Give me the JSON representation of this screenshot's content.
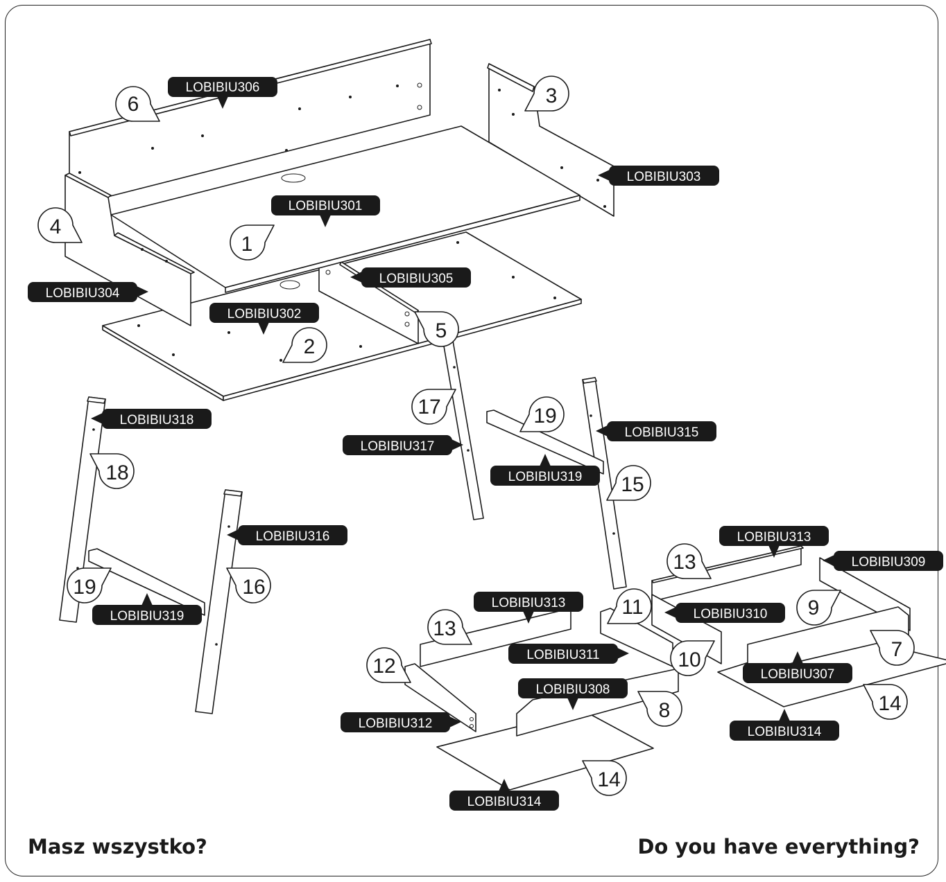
{
  "labels": {
    "p306": "LOBIBIU306",
    "p303": "LOBIBIU303",
    "p301": "LOBIBIU301",
    "p304": "LOBIBIU304",
    "p305": "LOBIBIU305",
    "p302": "LOBIBIU302",
    "p318": "LOBIBIU318",
    "p317": "LOBIBIU317",
    "p315": "LOBIBIU315",
    "p319a": "LOBIBIU319",
    "p316": "LOBIBIU316",
    "p319b": "LOBIBIU319",
    "p313a": "LOBIBIU313",
    "p309": "LOBIBIU309",
    "p313b": "LOBIBIU313",
    "p310": "LOBIBIU310",
    "p311": "LOBIBIU311",
    "p308": "LOBIBIU308",
    "p307": "LOBIBIU307",
    "p312": "LOBIBIU312",
    "p314a": "LOBIBIU314",
    "p314b": "LOBIBIU314"
  },
  "numbers": {
    "n6": "6",
    "n3": "3",
    "n4": "4",
    "n1": "1",
    "n2": "2",
    "n5": "5",
    "n17": "17",
    "n19a": "19",
    "n18": "18",
    "n15": "15",
    "n16": "16",
    "n19b": "19",
    "n13a": "13",
    "n13b": "13",
    "n11": "11",
    "n9": "9",
    "n12": "12",
    "n10": "10",
    "n7": "7",
    "n8": "8",
    "n14a": "14",
    "n14b": "14"
  },
  "footer": {
    "left": "Masz wszystko?",
    "right": "Do you have everything?"
  }
}
